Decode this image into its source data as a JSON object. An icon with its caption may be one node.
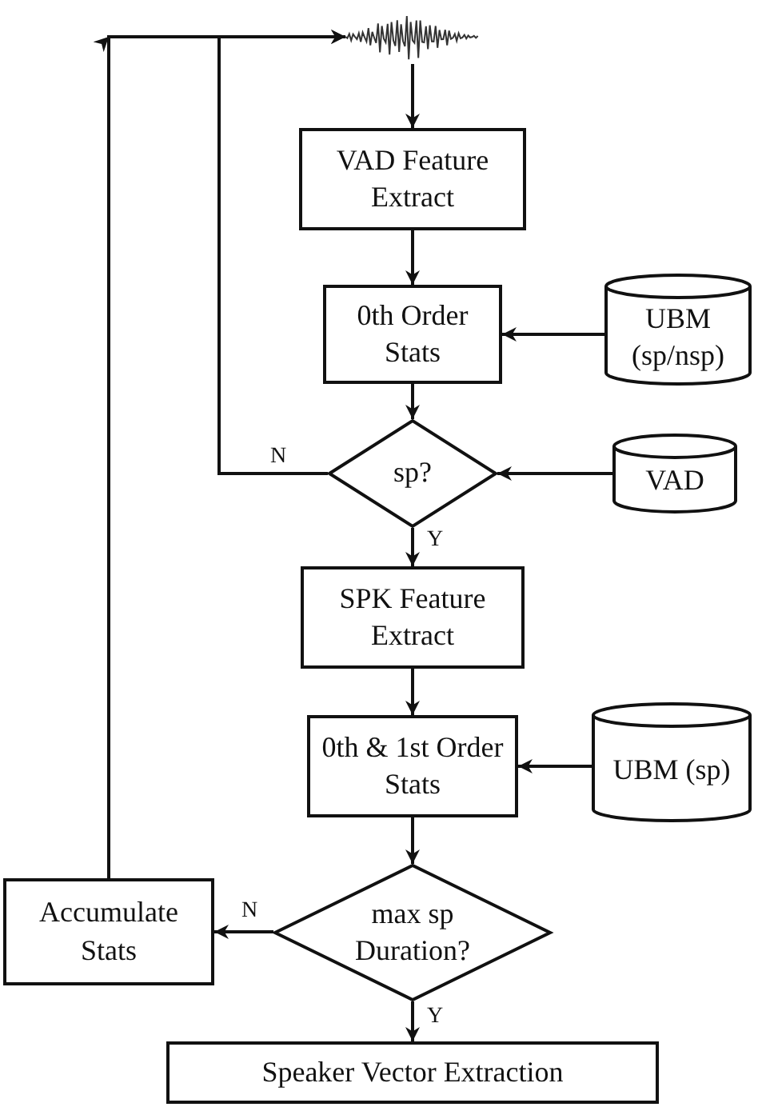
{
  "diagram": {
    "nodes": [
      {
        "text": [],
        "shape": "waveform"
      },
      {
        "text": [
          "VAD Feature Extract"
        ]
      },
      {
        "text": [
          "0th Order Stats"
        ]
      },
      {
        "text": [
          "UBM (sp/nsp)"
        ]
      },
      {
        "text": [
          "sp?"
        ]
      },
      {
        "text": [
          "VAD"
        ]
      },
      {
        "text": [
          "SPK Feature Extract"
        ]
      },
      {
        "text": [
          "0th & 1st Order Stats"
        ]
      },
      {
        "text": [
          "UBM (sp)"
        ]
      },
      {
        "text": [
          "max sp Duration?"
        ]
      },
      {
        "text": [
          "Accumulate Stats"
        ]
      },
      {
        "text": [
          "Speaker Vector Extraction"
        ]
      }
    ],
    "edges": [
      {
        "from": 0,
        "to": 1,
        "arrow": "to"
      },
      {
        "from": 1,
        "to": 2,
        "arrow": "to"
      },
      {
        "from": 3,
        "to": 2,
        "arrow": "to"
      },
      {
        "from": 2,
        "to": 4,
        "arrow": "to"
      },
      {
        "from": 5,
        "to": 4,
        "arrow": "to"
      },
      {
        "from": 4,
        "to": 6,
        "arrow": "to",
        "label": "Y"
      },
      {
        "from": 4,
        "to": 0,
        "arrow": "to",
        "label": "N"
      },
      {
        "from": 6,
        "to": 7,
        "arrow": "to"
      },
      {
        "from": 8,
        "to": 7,
        "arrow": "to"
      },
      {
        "from": 7,
        "to": 9,
        "arrow": "to"
      },
      {
        "from": 9,
        "to": 10,
        "arrow": "to",
        "label": "N"
      },
      {
        "from": 9,
        "to": 11,
        "arrow": "to",
        "label": "Y"
      },
      {
        "from": 10,
        "to": 0,
        "arrow": "to"
      }
    ]
  }
}
